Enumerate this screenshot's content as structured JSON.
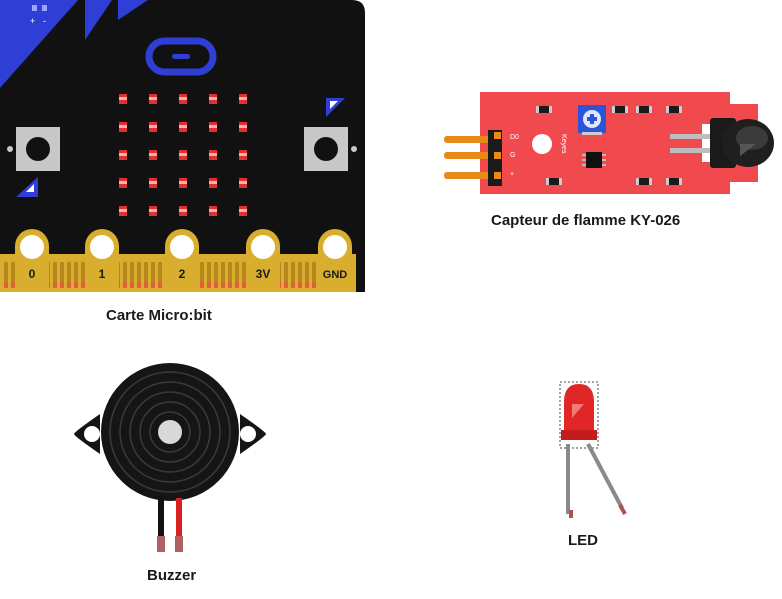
{
  "components": {
    "microbit": {
      "caption": "Carte Micro:bit",
      "pins": [
        "0",
        "1",
        "2",
        "3V",
        "GND"
      ],
      "corner_marks": [
        "+",
        "-"
      ],
      "board_color": "#111111",
      "logo_color": "#2f3fd6",
      "edge_color": "#d9ad2e",
      "led_color": "#e03030"
    },
    "flame_sensor": {
      "caption": "Capteur de flamme KY-026",
      "pin_labels": [
        "D0",
        "G",
        "+"
      ],
      "brand": "Keyes",
      "board_color": "#f04a4f",
      "pin_color": "#e88a17"
    },
    "buzzer": {
      "caption": "Buzzer",
      "body_color": "#151515",
      "wire_colors": [
        "#111111",
        "#d82020"
      ]
    },
    "led": {
      "caption": "LED",
      "color": "#e02626"
    }
  }
}
